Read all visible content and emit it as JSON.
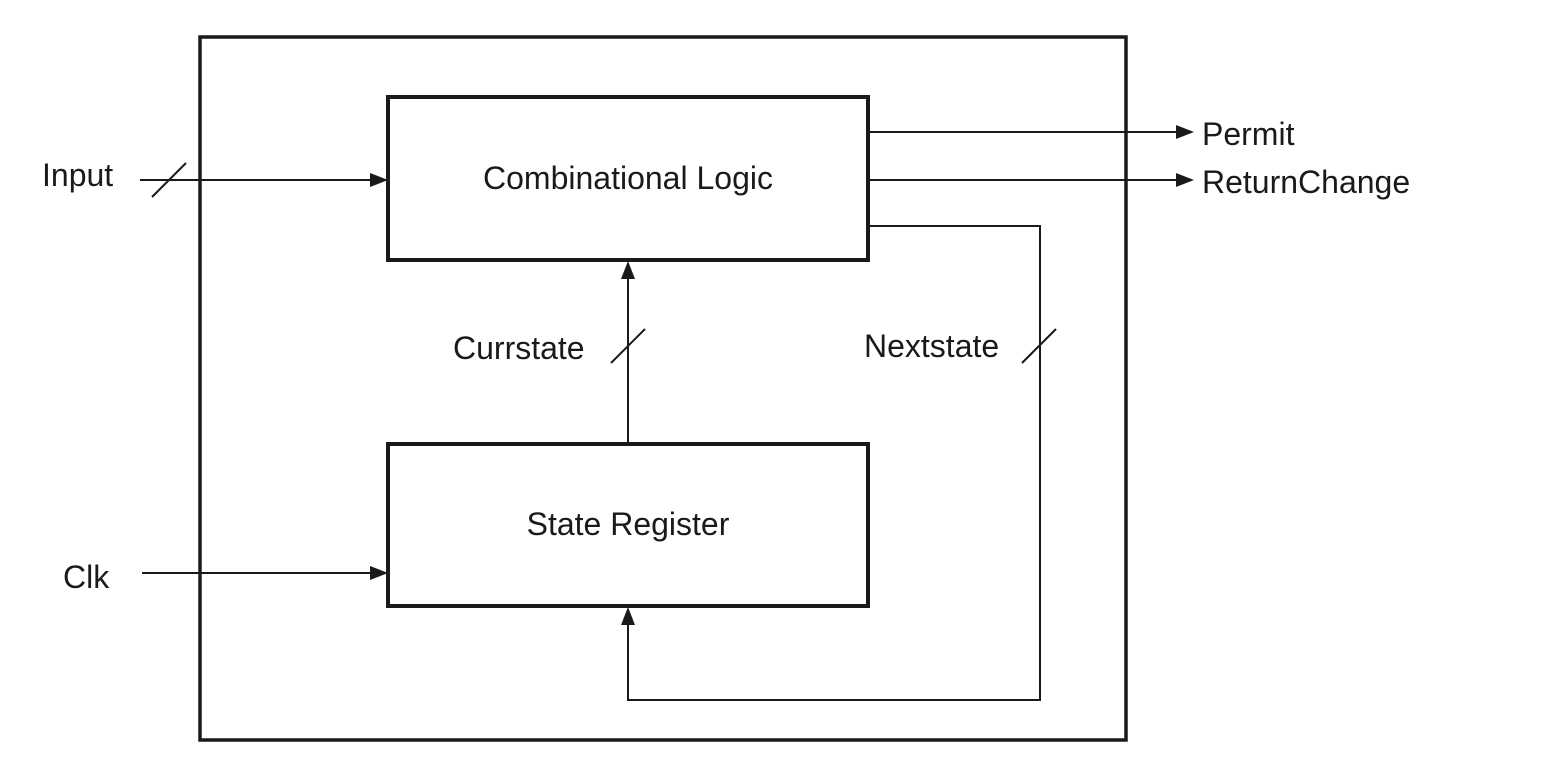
{
  "blocks": {
    "combinational_logic": "Combinational Logic",
    "state_register": "State Register"
  },
  "inputs": {
    "input": "Input",
    "clk": "Clk"
  },
  "outputs": {
    "permit": "Permit",
    "return_change": "ReturnChange"
  },
  "signals": {
    "currstate": "Currstate",
    "nextstate": "Nextstate"
  }
}
